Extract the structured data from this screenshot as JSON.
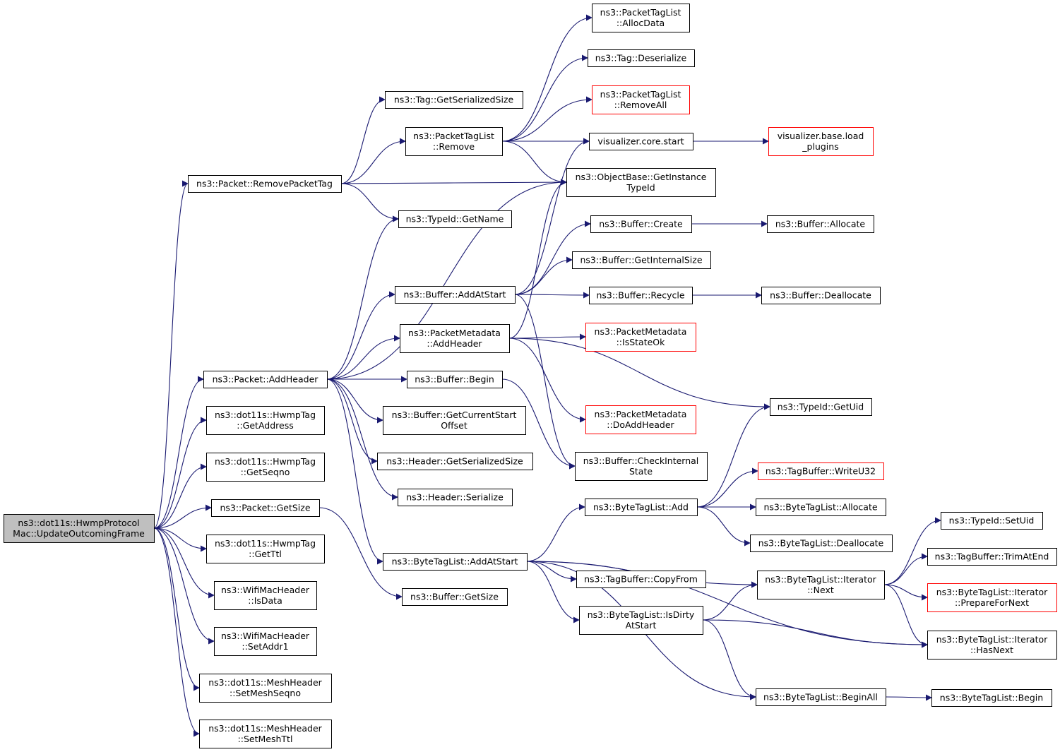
{
  "colors": {
    "edge": "#191970",
    "node_border": "#000000",
    "node_border_incomplete": "#ff0000",
    "root_fill": "#bfbfbf",
    "node_fill": "#ffffff"
  },
  "nodes": [
    {
      "id": "root",
      "lines": [
        "ns3::dot11s::HwmpProtocol",
        "Mac::UpdateOutcomingFrame"
      ],
      "root": true
    },
    {
      "id": "removePacketTag",
      "lines": [
        "ns3::Packet::RemovePacketTag"
      ]
    },
    {
      "id": "addHeader",
      "lines": [
        "ns3::Packet::AddHeader"
      ]
    },
    {
      "id": "hwmpGetAddress",
      "lines": [
        "ns3::dot11s::HwmpTag",
        "::GetAddress"
      ]
    },
    {
      "id": "hwmpGetSeqno",
      "lines": [
        "ns3::dot11s::HwmpTag",
        "::GetSeqno"
      ]
    },
    {
      "id": "packetGetSize",
      "lines": [
        "ns3::Packet::GetSize"
      ]
    },
    {
      "id": "hwmpGetTtl",
      "lines": [
        "ns3::dot11s::HwmpTag",
        "::GetTtl"
      ]
    },
    {
      "id": "wifiIsData",
      "lines": [
        "ns3::WifiMacHeader",
        "::IsData"
      ]
    },
    {
      "id": "wifiSetAddr1",
      "lines": [
        "ns3::WifiMacHeader",
        "::SetAddr1"
      ]
    },
    {
      "id": "meshSetSeqno",
      "lines": [
        "ns3::dot11s::MeshHeader",
        "::SetMeshSeqno"
      ]
    },
    {
      "id": "meshSetTtl",
      "lines": [
        "ns3::dot11s::MeshHeader",
        "::SetMeshTtl"
      ]
    },
    {
      "id": "tagGetSerializedSize",
      "lines": [
        "ns3::Tag::GetSerializedSize"
      ]
    },
    {
      "id": "ptlRemove",
      "lines": [
        "ns3::PacketTagList",
        "::Remove"
      ]
    },
    {
      "id": "typeIdGetName",
      "lines": [
        "ns3::TypeId::GetName"
      ]
    },
    {
      "id": "bufferAddAtStart",
      "lines": [
        "ns3::Buffer::AddAtStart"
      ]
    },
    {
      "id": "pmAddHeader",
      "lines": [
        "ns3::PacketMetadata",
        "::AddHeader"
      ]
    },
    {
      "id": "bufferBegin",
      "lines": [
        "ns3::Buffer::Begin"
      ]
    },
    {
      "id": "bufferGetCurrentStartOffset",
      "lines": [
        "ns3::Buffer::GetCurrentStart",
        "Offset"
      ]
    },
    {
      "id": "headerGetSerializedSize",
      "lines": [
        "ns3::Header::GetSerializedSize"
      ]
    },
    {
      "id": "headerSerialize",
      "lines": [
        "ns3::Header::Serialize"
      ]
    },
    {
      "id": "btlAddAtStart",
      "lines": [
        "ns3::ByteTagList::AddAtStart"
      ]
    },
    {
      "id": "bufferGetSize",
      "lines": [
        "ns3::Buffer::GetSize"
      ]
    },
    {
      "id": "ptlAllocData",
      "lines": [
        "ns3::PacketTagList",
        "::AllocData"
      ]
    },
    {
      "id": "tagDeserialize",
      "lines": [
        "ns3::Tag::Deserialize"
      ]
    },
    {
      "id": "ptlRemoveAll",
      "lines": [
        "ns3::PacketTagList",
        "::RemoveAll"
      ],
      "incomplete": true
    },
    {
      "id": "vizCoreStart",
      "lines": [
        "visualizer.core.start"
      ]
    },
    {
      "id": "objGetInstanceTypeId",
      "lines": [
        "ns3::ObjectBase::GetInstance",
        "TypeId"
      ]
    },
    {
      "id": "bufferCreate",
      "lines": [
        "ns3::Buffer::Create"
      ]
    },
    {
      "id": "bufferGetInternalSize",
      "lines": [
        "ns3::Buffer::GetInternalSize"
      ]
    },
    {
      "id": "bufferRecycle",
      "lines": [
        "ns3::Buffer::Recycle"
      ]
    },
    {
      "id": "pmIsStateOk",
      "lines": [
        "ns3::PacketMetadata",
        "::IsStateOk"
      ],
      "incomplete": true
    },
    {
      "id": "pmDoAddHeader",
      "lines": [
        "ns3::PacketMetadata",
        "::DoAddHeader"
      ],
      "incomplete": true
    },
    {
      "id": "bufferCheckInternalState",
      "lines": [
        "ns3::Buffer::CheckInternal",
        "State"
      ]
    },
    {
      "id": "btlAdd",
      "lines": [
        "ns3::ByteTagList::Add"
      ]
    },
    {
      "id": "tagBufferCopyFrom",
      "lines": [
        "ns3::TagBuffer::CopyFrom"
      ]
    },
    {
      "id": "btlIsDirtyAtStart",
      "lines": [
        "ns3::ByteTagList::IsDirty",
        "AtStart"
      ]
    },
    {
      "id": "vizBaseLoadPlugins",
      "lines": [
        "visualizer.base.load",
        "_plugins"
      ],
      "incomplete": true
    },
    {
      "id": "bufferAllocate",
      "lines": [
        "ns3::Buffer::Allocate"
      ]
    },
    {
      "id": "bufferDeallocate",
      "lines": [
        "ns3::Buffer::Deallocate"
      ]
    },
    {
      "id": "typeIdGetUid",
      "lines": [
        "ns3::TypeId::GetUid"
      ]
    },
    {
      "id": "tagBufferWriteU32",
      "lines": [
        "ns3::TagBuffer::WriteU32"
      ],
      "incomplete": true
    },
    {
      "id": "btlAllocate",
      "lines": [
        "ns3::ByteTagList::Allocate"
      ]
    },
    {
      "id": "btlDeallocate",
      "lines": [
        "ns3::ByteTagList::Deallocate"
      ]
    },
    {
      "id": "btlIterNext",
      "lines": [
        "ns3::ByteTagList::Iterator",
        "::Next"
      ]
    },
    {
      "id": "btlBeginAll",
      "lines": [
        "ns3::ByteTagList::BeginAll"
      ]
    },
    {
      "id": "typeIdSetUid",
      "lines": [
        "ns3::TypeId::SetUid"
      ]
    },
    {
      "id": "tagBufferTrimAtEnd",
      "lines": [
        "ns3::TagBuffer::TrimAtEnd"
      ]
    },
    {
      "id": "btlIterPrepareForNext",
      "lines": [
        "ns3::ByteTagList::Iterator",
        "::PrepareForNext"
      ],
      "incomplete": true
    },
    {
      "id": "btlIterHasNext",
      "lines": [
        "ns3::ByteTagList::Iterator",
        "::HasNext"
      ]
    },
    {
      "id": "btlBegin",
      "lines": [
        "ns3::ByteTagList::Begin"
      ]
    }
  ],
  "edges": [
    {
      "from": "root",
      "to": "removePacketTag"
    },
    {
      "from": "root",
      "to": "addHeader"
    },
    {
      "from": "root",
      "to": "hwmpGetAddress"
    },
    {
      "from": "root",
      "to": "hwmpGetSeqno"
    },
    {
      "from": "root",
      "to": "packetGetSize"
    },
    {
      "from": "root",
      "to": "hwmpGetTtl"
    },
    {
      "from": "root",
      "to": "wifiIsData"
    },
    {
      "from": "root",
      "to": "wifiSetAddr1"
    },
    {
      "from": "root",
      "to": "meshSetSeqno"
    },
    {
      "from": "root",
      "to": "meshSetTtl"
    },
    {
      "from": "removePacketTag",
      "to": "tagGetSerializedSize"
    },
    {
      "from": "removePacketTag",
      "to": "ptlRemove"
    },
    {
      "from": "removePacketTag",
      "to": "objGetInstanceTypeId"
    },
    {
      "from": "removePacketTag",
      "to": "typeIdGetName"
    },
    {
      "from": "ptlRemove",
      "to": "ptlAllocData"
    },
    {
      "from": "ptlRemove",
      "to": "tagDeserialize"
    },
    {
      "from": "ptlRemove",
      "to": "ptlRemoveAll"
    },
    {
      "from": "ptlRemove",
      "to": "vizCoreStart"
    },
    {
      "from": "ptlRemove",
      "to": "objGetInstanceTypeId"
    },
    {
      "from": "vizCoreStart",
      "to": "vizBaseLoadPlugins"
    },
    {
      "from": "addHeader",
      "to": "typeIdGetName"
    },
    {
      "from": "addHeader",
      "to": "objGetInstanceTypeId"
    },
    {
      "from": "addHeader",
      "to": "bufferAddAtStart"
    },
    {
      "from": "addHeader",
      "to": "pmAddHeader"
    },
    {
      "from": "addHeader",
      "to": "bufferBegin"
    },
    {
      "from": "addHeader",
      "to": "bufferGetCurrentStartOffset"
    },
    {
      "from": "addHeader",
      "to": "headerGetSerializedSize"
    },
    {
      "from": "addHeader",
      "to": "headerSerialize"
    },
    {
      "from": "addHeader",
      "to": "btlAddAtStart"
    },
    {
      "from": "bufferAddAtStart",
      "to": "vizCoreStart"
    },
    {
      "from": "bufferAddAtStart",
      "to": "bufferCreate"
    },
    {
      "from": "bufferAddAtStart",
      "to": "bufferGetInternalSize"
    },
    {
      "from": "bufferAddAtStart",
      "to": "bufferRecycle"
    },
    {
      "from": "bufferAddAtStart",
      "to": "bufferCheckInternalState"
    },
    {
      "from": "bufferCreate",
      "to": "bufferAllocate"
    },
    {
      "from": "bufferRecycle",
      "to": "bufferDeallocate"
    },
    {
      "from": "pmAddHeader",
      "to": "objGetInstanceTypeId"
    },
    {
      "from": "pmAddHeader",
      "to": "pmIsStateOk"
    },
    {
      "from": "pmAddHeader",
      "to": "pmDoAddHeader"
    },
    {
      "from": "pmAddHeader",
      "to": "typeIdGetUid"
    },
    {
      "from": "bufferBegin",
      "to": "bufferCheckInternalState"
    },
    {
      "from": "packetGetSize",
      "to": "bufferGetSize"
    },
    {
      "from": "btlAddAtStart",
      "to": "btlAdd"
    },
    {
      "from": "btlAddAtStart",
      "to": "tagBufferCopyFrom"
    },
    {
      "from": "btlAddAtStart",
      "to": "btlIsDirtyAtStart"
    },
    {
      "from": "btlAddAtStart",
      "to": "btlIterNext"
    },
    {
      "from": "btlAddAtStart",
      "to": "btlIterHasNext"
    },
    {
      "from": "btlAddAtStart",
      "to": "btlBeginAll"
    },
    {
      "from": "btlAdd",
      "to": "typeIdGetUid"
    },
    {
      "from": "btlAdd",
      "to": "tagBufferWriteU32"
    },
    {
      "from": "btlAdd",
      "to": "btlAllocate"
    },
    {
      "from": "btlAdd",
      "to": "btlDeallocate"
    },
    {
      "from": "btlIsDirtyAtStart",
      "to": "btlIterNext"
    },
    {
      "from": "btlIsDirtyAtStart",
      "to": "btlIterHasNext"
    },
    {
      "from": "btlIsDirtyAtStart",
      "to": "btlBeginAll"
    },
    {
      "from": "btlIterNext",
      "to": "typeIdSetUid"
    },
    {
      "from": "btlIterNext",
      "to": "tagBufferTrimAtEnd"
    },
    {
      "from": "btlIterNext",
      "to": "btlIterPrepareForNext"
    },
    {
      "from": "btlIterNext",
      "to": "btlIterHasNext"
    },
    {
      "from": "btlBeginAll",
      "to": "btlBegin"
    }
  ]
}
